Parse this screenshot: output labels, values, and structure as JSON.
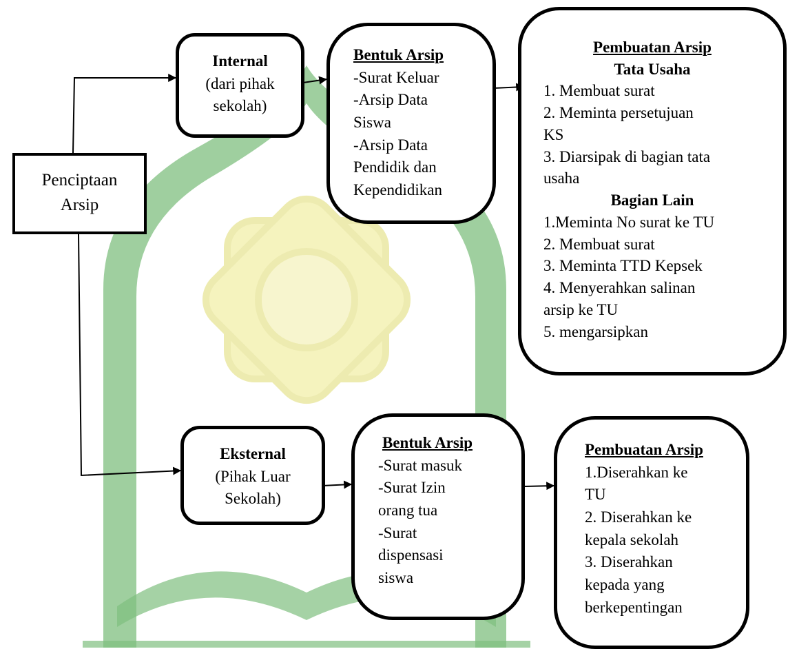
{
  "colors": {
    "watermark_green": "#7fbf7f",
    "watermark_yellow": "#f4f2b8",
    "line": "#000000"
  },
  "root": {
    "label_line1": "Penciptaan",
    "label_line2": "Arsip"
  },
  "internal": {
    "title": "Internal",
    "subtitle_lines": [
      "(dari pihak",
      "sekolah)"
    ],
    "bentuk": {
      "title": "Bentuk Arsip",
      "lines": [
        "-Surat Keluar",
        "-Arsip Data",
        "Siswa",
        "-Arsip Data",
        "Pendidik dan",
        "Kependidikan"
      ]
    },
    "pembuatan": {
      "title": "Pembuatan Arsip",
      "section1_title": "Tata Usaha",
      "section1_lines": [
        "1. Membuat surat",
        "2. Meminta persetujuan",
        "KS",
        "3. Diarsipak di bagian tata",
        "usaha"
      ],
      "section2_title": "Bagian Lain",
      "section2_lines": [
        "1.Meminta No surat ke TU",
        "2. Membuat surat",
        "3. Meminta TTD Kepsek",
        "4. Menyerahkan salinan",
        "arsip ke TU",
        "5. mengarsipkan"
      ]
    }
  },
  "eksternal": {
    "title": "Eksternal",
    "subtitle_lines": [
      "(Pihak Luar",
      "Sekolah)"
    ],
    "bentuk": {
      "title": "Bentuk Arsip",
      "lines": [
        "-Surat masuk",
        "-Surat Izin",
        "orang tua",
        "-Surat",
        "dispensasi",
        "siswa"
      ]
    },
    "pembuatan": {
      "title": "Pembuatan Arsip",
      "lines": [
        "1.Diserahkan ke",
        "TU",
        "2. Diserahkan ke",
        "kepala sekolah",
        "3. Diserahkan",
        "kepada yang",
        "berkepentingan"
      ]
    }
  }
}
